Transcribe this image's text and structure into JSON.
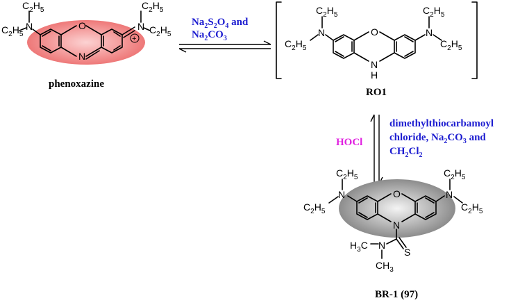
{
  "labels": {
    "phenoxazine": "phenoxazine",
    "ro1": "RO1",
    "br1": "BR-1 (97)"
  },
  "atoms": {
    "O": "O",
    "N": "N",
    "H": "H",
    "S": "S",
    "et_c": "C",
    "et_h": "H",
    "et_sub2": "2",
    "et_sub5": "5",
    "me_h": "H",
    "me_c": "C",
    "me_sub3": "3",
    "charge": "+"
  },
  "reagents": {
    "forward_line1": {
      "a": "Na",
      "b": "2",
      "c": "S",
      "d": "2",
      "e": "O",
      "f": "4",
      "g": " and"
    },
    "forward_line2": {
      "a": "Na",
      "b": "2",
      "c": "CO",
      "d": "3"
    },
    "reverse": "HOCl",
    "down_line1": "dimethylthiocarbamoyl",
    "down_line2": {
      "a": "chloride, Na",
      "b": "2",
      "c": "CO",
      "d": "3",
      "e": " and"
    },
    "down_line3": {
      "a": "CH",
      "b": "2",
      "c": "Cl",
      "d": "2"
    }
  },
  "colors": {
    "reagent_blue": "#1c1cd0",
    "hocl_magenta": "#e020e0",
    "red_ellipse": "#f08484",
    "gray_ellipse": "#9a9a9a"
  }
}
